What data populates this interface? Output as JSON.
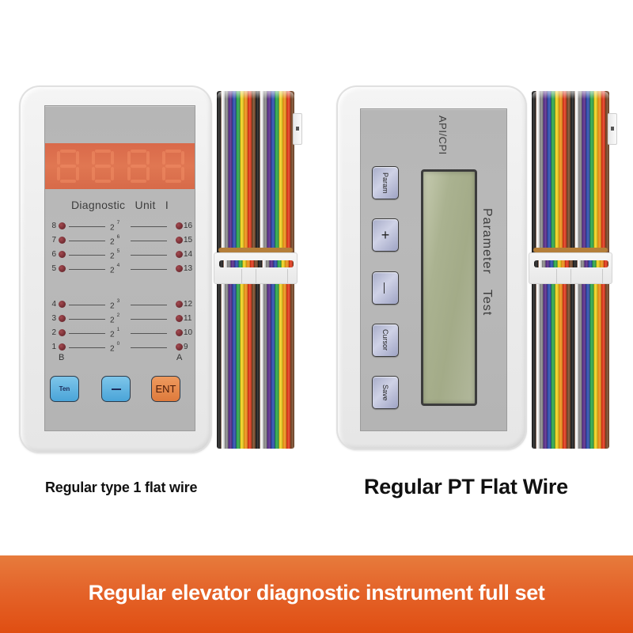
{
  "device_1": {
    "name": "Diagnostic Unit I",
    "title": "Diagnostic  Unit  I",
    "display": {
      "type": "4-digit 7-segment LED",
      "digits": 4,
      "color": "#e07752"
    },
    "led_rows_upper": [
      {
        "left": "8",
        "power": "2",
        "exp": "7",
        "right": "16"
      },
      {
        "left": "7",
        "power": "2",
        "exp": "6",
        "right": "15"
      },
      {
        "left": "6",
        "power": "2",
        "exp": "5",
        "right": "14"
      },
      {
        "left": "5",
        "power": "2",
        "exp": "4",
        "right": "13"
      }
    ],
    "led_rows_lower": [
      {
        "left": "4",
        "power": "2",
        "exp": "3",
        "right": "12"
      },
      {
        "left": "3",
        "power": "2",
        "exp": "2",
        "right": "11"
      },
      {
        "left": "2",
        "power": "2",
        "exp": "1",
        "right": "10"
      },
      {
        "left": "1",
        "power": "2",
        "exp": "0",
        "right": "9"
      }
    ],
    "column_labels": {
      "left": "B",
      "right": "A"
    },
    "buttons": {
      "ten": {
        "label": "Ten",
        "color": "#4aa4d8"
      },
      "minus": {
        "label": "—",
        "color": "#4aa4d8"
      },
      "ent": {
        "label": "ENT",
        "color": "#de7a3c"
      }
    }
  },
  "device_2": {
    "model_label": "API/CPI",
    "title": "Parameter  Test",
    "lcd": {
      "state": "blank",
      "color": "#aab290"
    },
    "buttons": [
      {
        "id": "param",
        "label": "Param"
      },
      {
        "id": "plus",
        "label": "+"
      },
      {
        "id": "minus",
        "label": "—"
      },
      {
        "id": "cursor",
        "label": "Cursor"
      },
      {
        "id": "save",
        "label": "Save"
      }
    ]
  },
  "cables": {
    "type": "rainbow flat ribbon cable",
    "wire_colors": [
      "#222222",
      "#f4f4f4",
      "#8a8a8a",
      "#5a2d8c",
      "#2e4fb0",
      "#2ea84a",
      "#f2d21e",
      "#f09018",
      "#e23a1c",
      "#7a4a2a"
    ]
  },
  "captions": {
    "left": "Regular type 1 flat wire",
    "right": "Regular PT Flat Wire"
  },
  "banner": {
    "text": "Regular elevator diagnostic instrument full set",
    "color": "#e4642a"
  }
}
